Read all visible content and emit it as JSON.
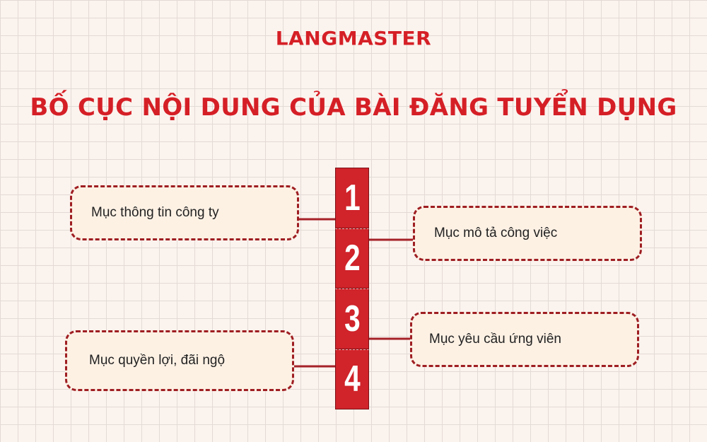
{
  "header": {
    "logo": "LANGMASTER",
    "title": "BỐ CỤC NỘI DUNG CỦA BÀI ĐĂNG TUYỂN DỤNG"
  },
  "steps": [
    {
      "number": "1",
      "label": "Mục thông tin công ty"
    },
    {
      "number": "2",
      "label": "Mục mô tả công việc"
    },
    {
      "number": "3",
      "label": "Mục yêu cầu ứng viên"
    },
    {
      "number": "4",
      "label": "Mục quyền lợi, đãi ngộ"
    }
  ],
  "colors": {
    "accent": "#d51f26",
    "box_fill": "#fdf1e4",
    "box_border": "#9e1e22",
    "background": "#fbf3ee"
  }
}
